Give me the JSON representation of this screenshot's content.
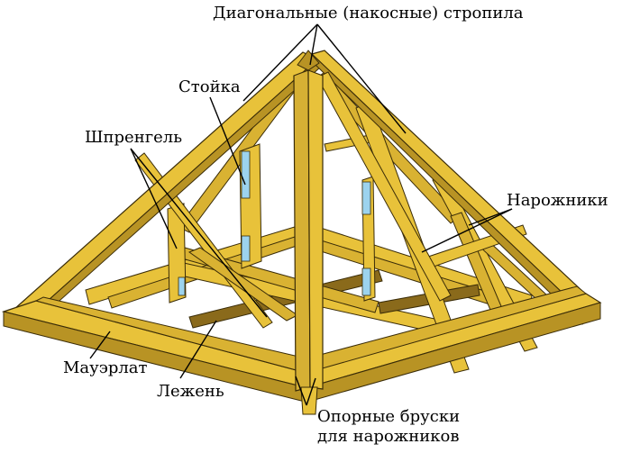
{
  "labels": {
    "diagonal_rafters": "Диагональные (накосные) стропила",
    "post": "Стойка",
    "truss": "Шпренгель",
    "jack_rafters": "Нарожники",
    "mauerlat": "Мауэрлат",
    "sill": "Лежень",
    "support_bars_line1": "Опорные бруски",
    "support_bars_line2": "для нарожников"
  },
  "colors": {
    "wood": "#E8C23A",
    "wood_dark": "#B89324",
    "wood_shadow": "#8A6A1B",
    "outline": "#3a2c08",
    "strap": "#9CD3EE",
    "leader": "#000000"
  }
}
